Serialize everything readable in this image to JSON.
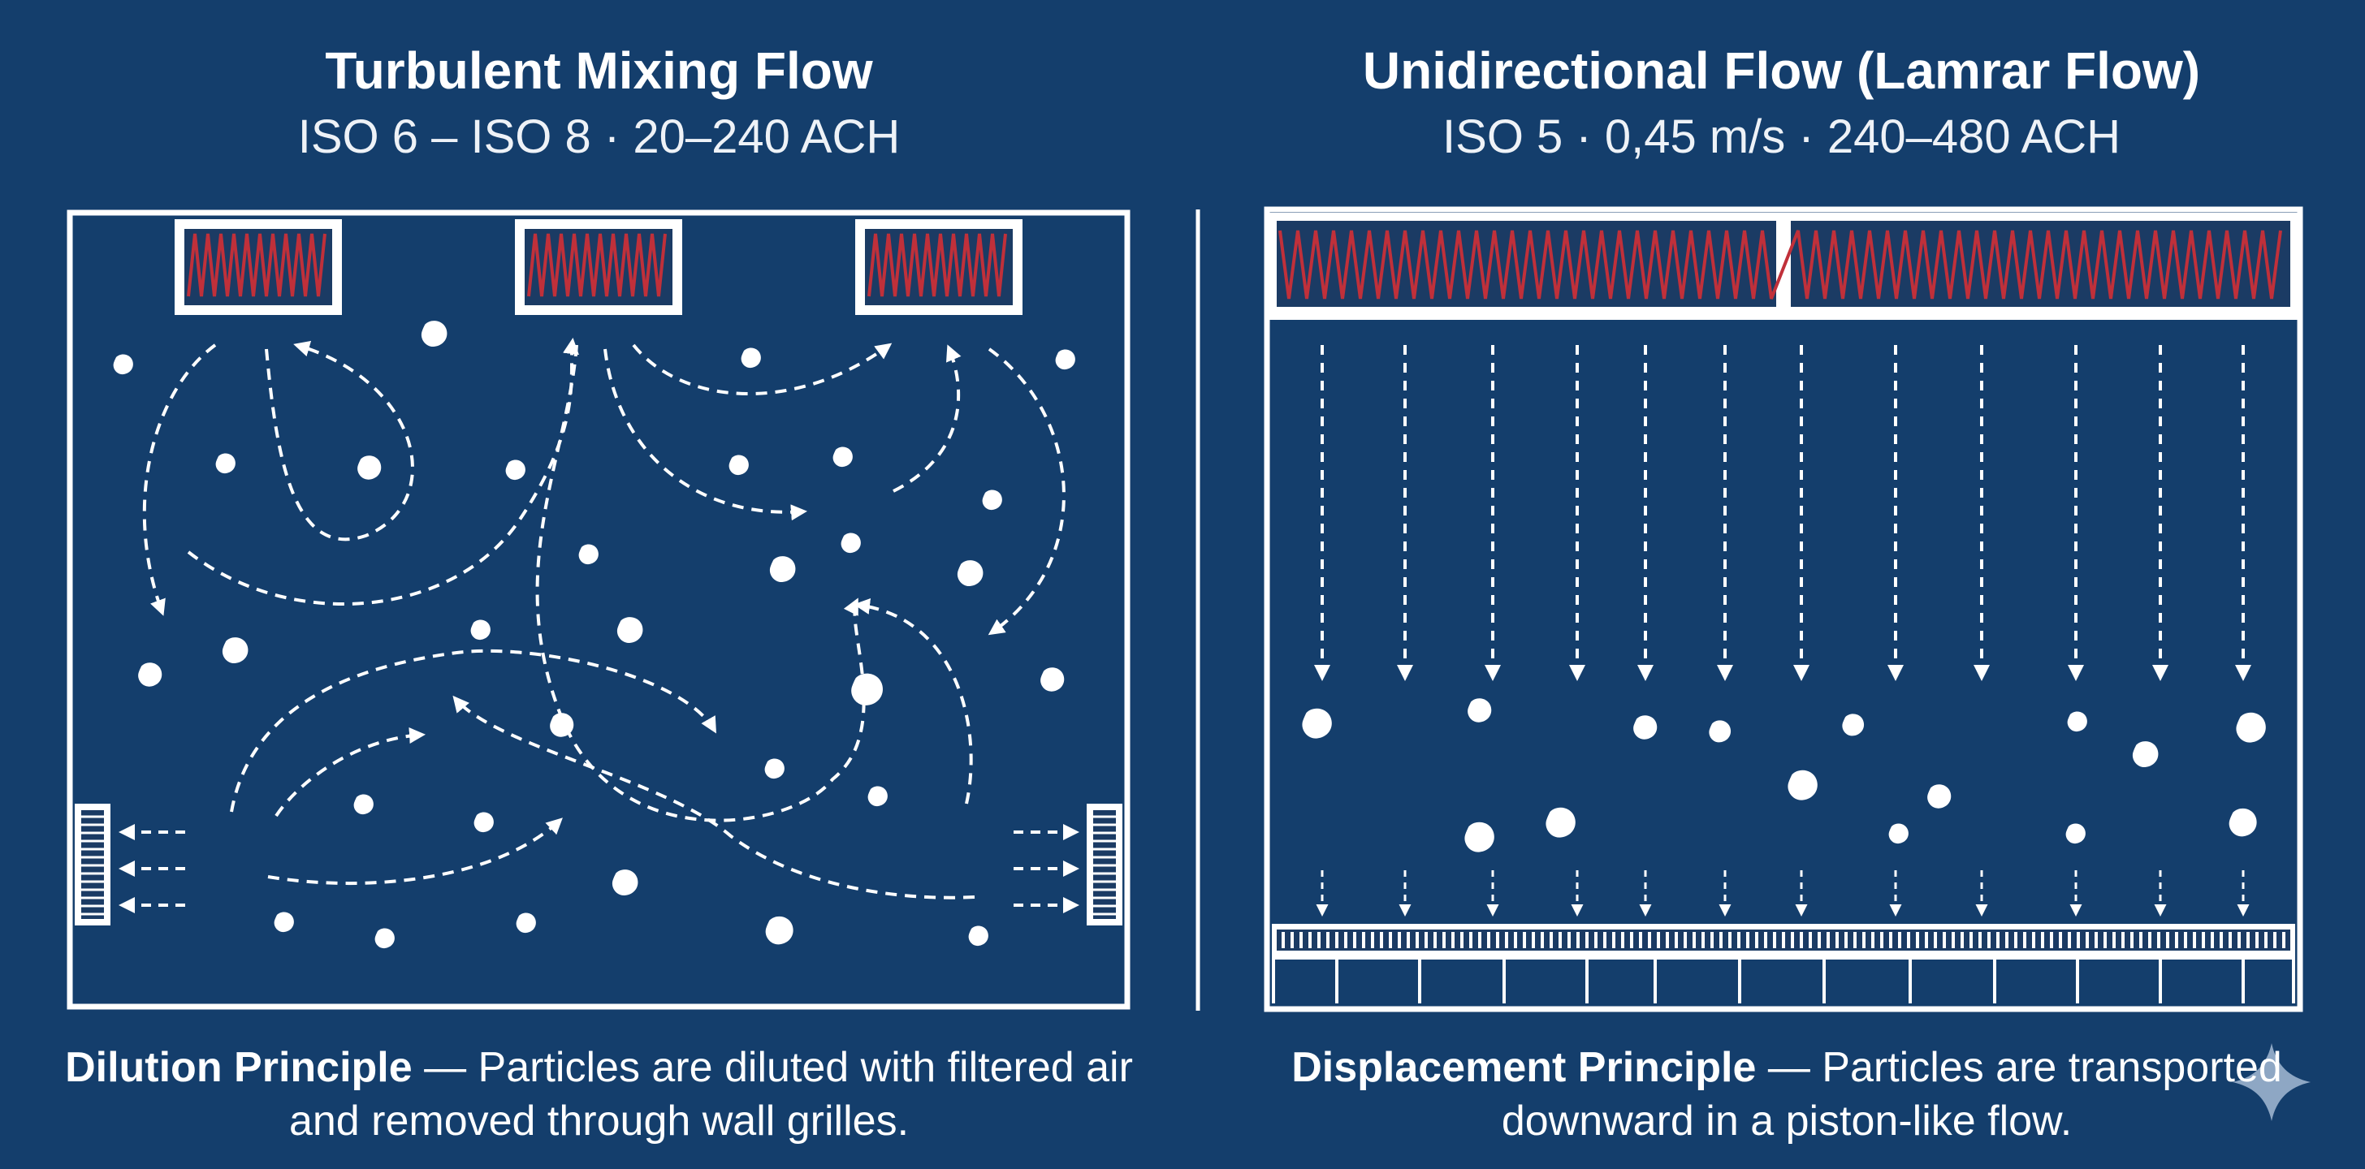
{
  "colors": {
    "background": "#143e6c",
    "line": "#ffffff",
    "filter_red": "#c0303a"
  },
  "left_panel": {
    "title": "Turbulent Mixing Flow",
    "subtitle": "ISO 6 – ISO 8 · 20–240 ACH",
    "caption_bold": "Dilution Principle",
    "caption_rest": " — Particles are diluted with filtered air and removed through wall grilles."
  },
  "right_panel": {
    "title": "Unidirectional Flow (Lamrar Flow)",
    "subtitle": "ISO 5 · 0,45 m/s · 240–480 ACH",
    "caption_bold": "Displacement Principle",
    "caption_rest": " — Particles are transported downward in a piston-like flow."
  },
  "icons": [
    "hepa-filter-icon",
    "return-grille-icon",
    "particle-icon",
    "sparkle-icon"
  ]
}
